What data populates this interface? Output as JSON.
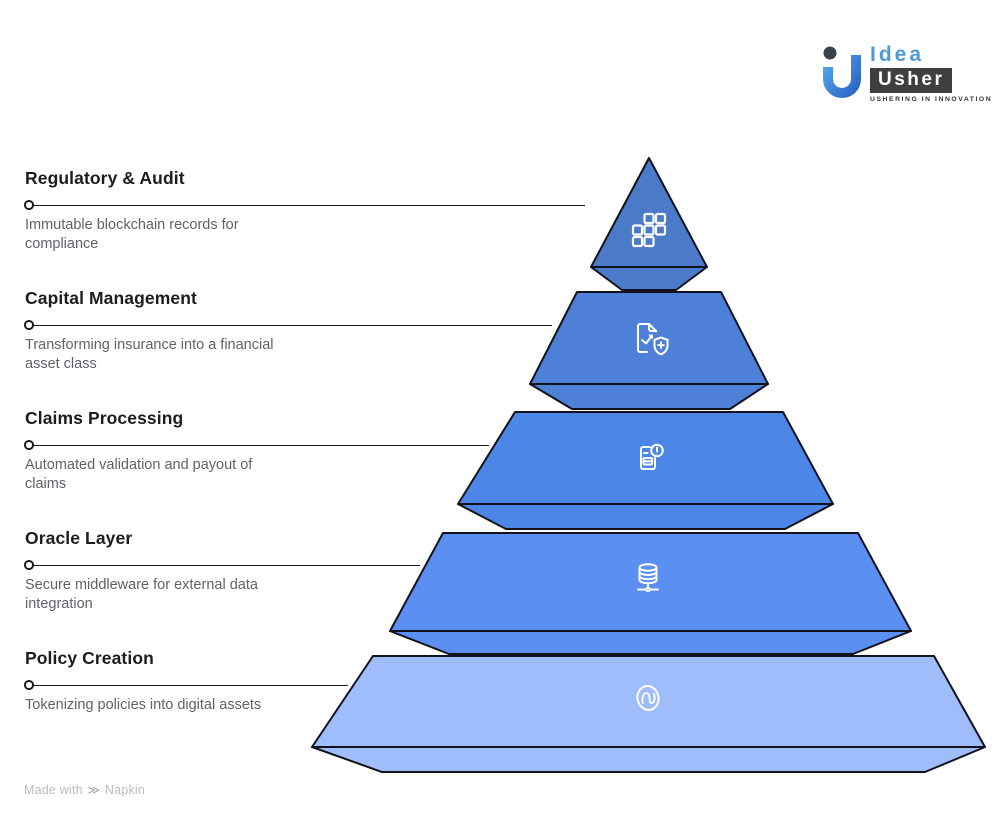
{
  "logo": {
    "idea": "Idea",
    "usher": "Usher",
    "tagline": "USHERING IN INNOVATION"
  },
  "footer": {
    "made_with": "Made with",
    "brand": "Napkin"
  },
  "layers": [
    {
      "title": "Regulatory & Audit",
      "description": "Immutable blockchain records for compliance",
      "icon": "blockchain-blocks-icon",
      "color": "#4a7ac8"
    },
    {
      "title": "Capital Management",
      "description": "Transforming insurance into a financial asset class",
      "icon": "document-chart-shield-icon",
      "color": "#4d80d6"
    },
    {
      "title": "Claims Processing",
      "description": "Automated validation and payout of claims",
      "icon": "document-alert-icon",
      "color": "#4c87e8"
    },
    {
      "title": "Oracle Layer",
      "description": "Secure middleware for external data integration",
      "icon": "database-network-icon",
      "color": "#5b90f2"
    },
    {
      "title": "Policy Creation",
      "description": "Tokenizing policies into digital assets",
      "icon": "token-sync-icon",
      "color": "#9fbdfa"
    }
  ]
}
